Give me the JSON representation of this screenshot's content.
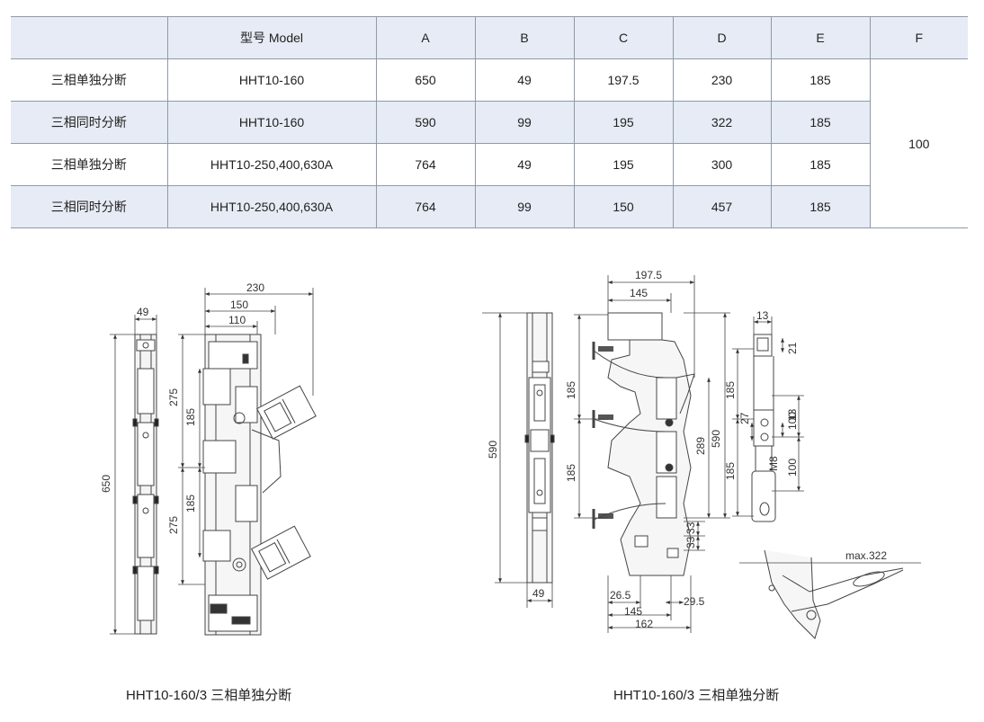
{
  "table": {
    "headers": [
      "",
      "型号 Model",
      "A",
      "B",
      "C",
      "D",
      "E",
      "F"
    ],
    "rows": [
      {
        "type": "三相单独分断",
        "model": "HHT10-160",
        "a": "650",
        "b": "49",
        "c": "197.5",
        "d": "230",
        "e": "185"
      },
      {
        "type": "三相同时分断",
        "model": "HHT10-160",
        "a": "590",
        "b": "99",
        "c": "195",
        "d": "322",
        "e": "185"
      },
      {
        "type": "三相单独分断",
        "model": "HHT10-250,400,630A",
        "a": "764",
        "b": "49",
        "c": "195",
        "d": "300",
        "e": "185"
      },
      {
        "type": "三相同时分断",
        "model": "HHT10-250,400,630A",
        "a": "764",
        "b": "99",
        "c": "150",
        "d": "457",
        "e": "185"
      }
    ],
    "f_value": "100"
  },
  "left_drawing": {
    "dims": {
      "w49": "49",
      "h650": "650",
      "w230": "230",
      "w150": "150",
      "w110": "110",
      "h275a": "275",
      "h185a": "185",
      "h185b": "185",
      "h275b": "275"
    }
  },
  "right_drawing": {
    "dims": {
      "h590a": "590",
      "w49": "49",
      "w1975": "197.5",
      "w145a": "145",
      "h185a": "185",
      "h185b": "185",
      "h289": "289",
      "h590b": "590",
      "h33a": "33",
      "h33b": "33",
      "w265": "26.5",
      "w295": "29.5",
      "w145b": "145",
      "w162": "162",
      "d13a": "13",
      "d21": "21",
      "d185c": "185",
      "d27": "27",
      "d13b": "13",
      "d100a": "100",
      "dM8": "M8",
      "d185d": "185",
      "d100b": "100",
      "max322": "max.322"
    }
  },
  "captions": {
    "left": "HHT10-160/3 三相单独分断",
    "right": "HHT10-160/3 三相单独分断"
  }
}
